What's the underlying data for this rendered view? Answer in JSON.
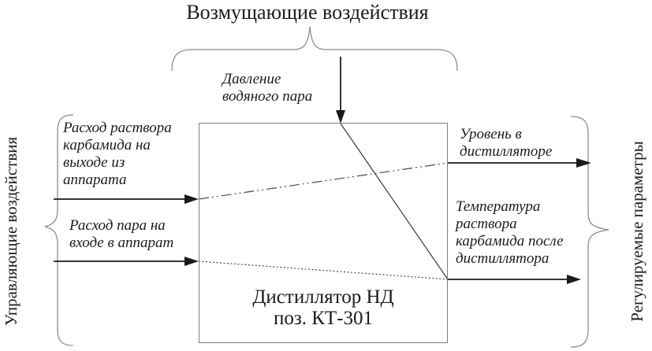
{
  "title": "Возмущающие воздействия",
  "groups": {
    "disturbances_label": "Возмущающие воздействия",
    "control_label": "Управляющие воздействия",
    "regulated_label": "Регулируемые параметры"
  },
  "block": {
    "label": "Дистиллятор НД\nпоз. КТ-301"
  },
  "disturbance_inputs": [
    {
      "label": "Давление\nводяного пара"
    }
  ],
  "control_inputs": [
    {
      "label": "Расход раствора\nкарбамида на\nвыходе из\nаппарата"
    },
    {
      "label": "Расход пара на\nвходе в аппарат"
    }
  ],
  "outputs": [
    {
      "label": "Уровень в\nдистилляторе"
    },
    {
      "label": "Температура\nраствора\nкарбамида после\nдистиллятора"
    }
  ],
  "colors": {
    "text": "#1b1b1b",
    "arrow": "#1a1a1a",
    "brace": "#8c8c8c",
    "box_border": "#7d7d7d",
    "internal_line": "#4a4a4a",
    "background": "#ffffff"
  }
}
